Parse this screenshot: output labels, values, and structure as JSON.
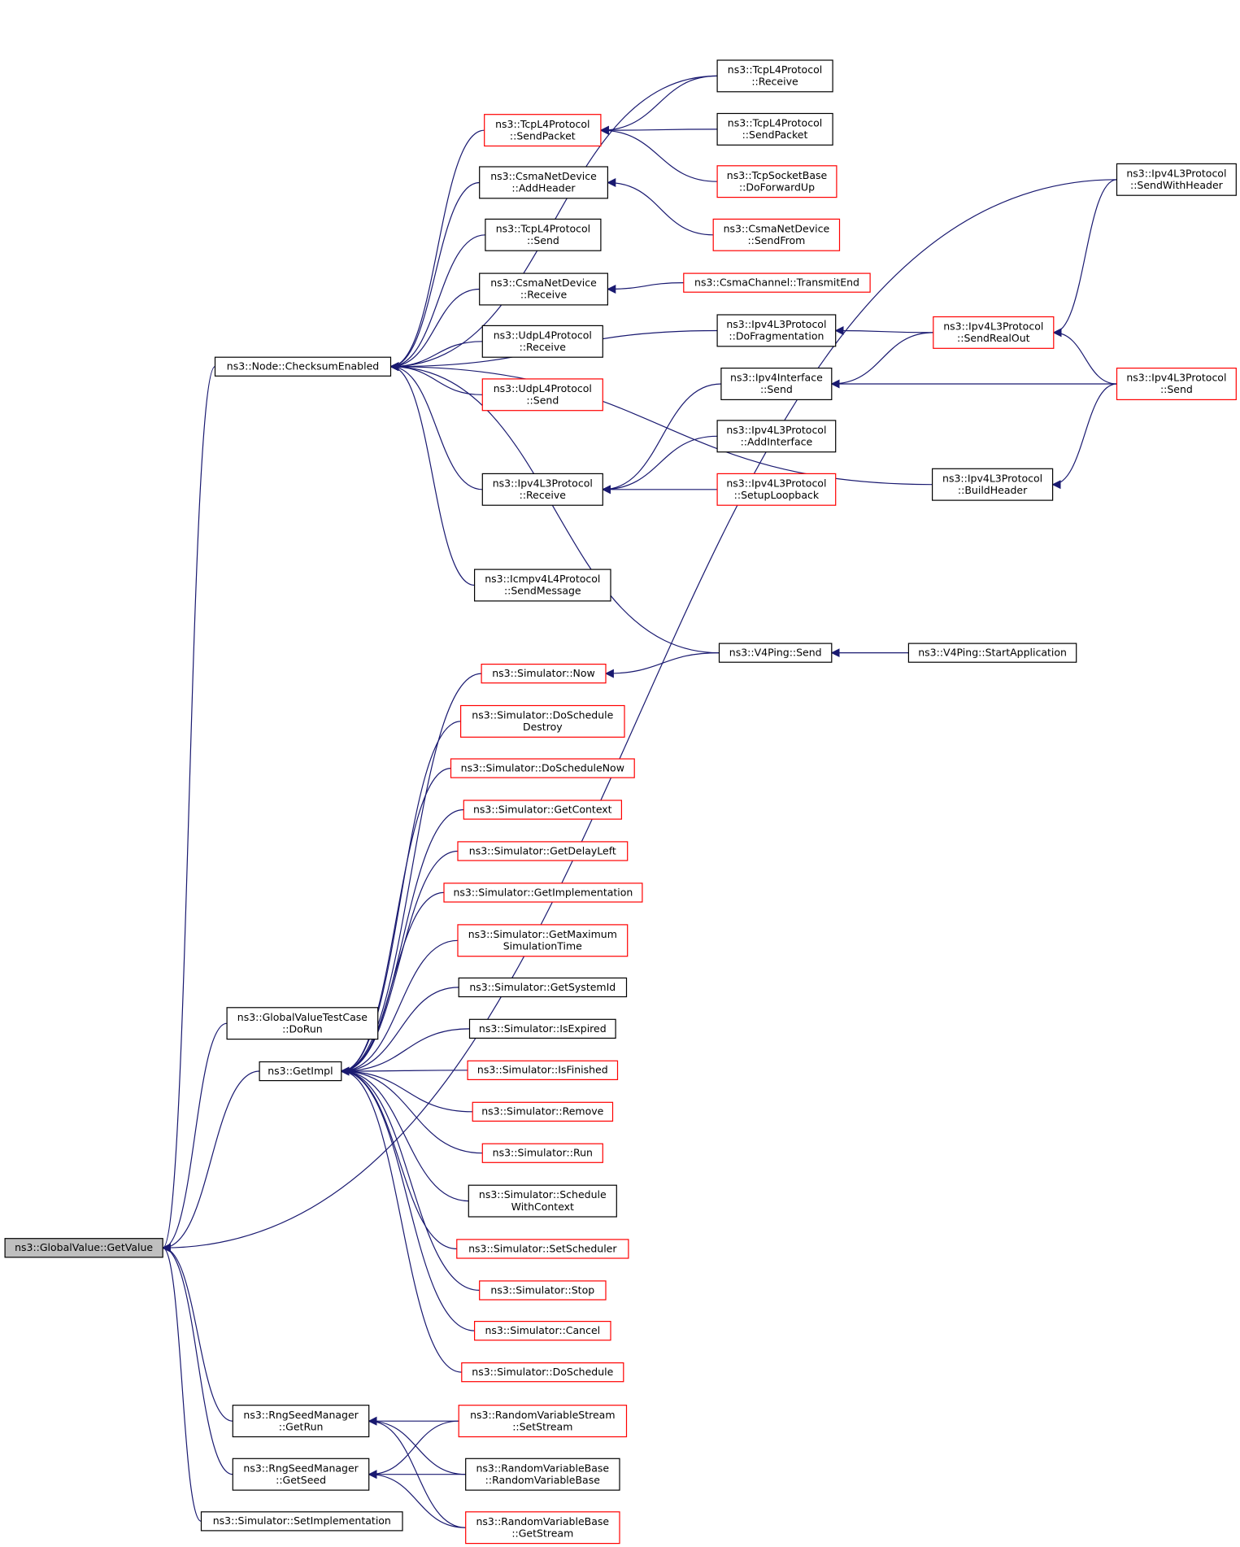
{
  "graph": {
    "nodes": [
      {
        "id": "gv_getvalue",
        "lines": [
          "ns3::GlobalValue::GetValue"
        ],
        "border": "black",
        "fill": "#bfbfbf"
      },
      {
        "id": "node_checksum",
        "lines": [
          "ns3::Node::ChecksumEnabled"
        ],
        "border": "black"
      },
      {
        "id": "gvtest_dorun",
        "lines": [
          "ns3::GlobalValueTestCase",
          "::DoRun"
        ],
        "border": "black"
      },
      {
        "id": "getimpl",
        "lines": [
          "ns3::GetImpl"
        ],
        "border": "black"
      },
      {
        "id": "rng_getrun",
        "lines": [
          "ns3::RngSeedManager",
          "::GetRun"
        ],
        "border": "black"
      },
      {
        "id": "rng_getseed",
        "lines": [
          "ns3::RngSeedManager",
          "::GetSeed"
        ],
        "border": "black"
      },
      {
        "id": "sim_setimpl",
        "lines": [
          "ns3::Simulator::SetImplementation"
        ],
        "border": "black"
      },
      {
        "id": "tcp_sendpacket",
        "lines": [
          "ns3::TcpL4Protocol",
          "::SendPacket"
        ],
        "border": "red"
      },
      {
        "id": "csma_addheader",
        "lines": [
          "ns3::CsmaNetDevice",
          "::AddHeader"
        ],
        "border": "black"
      },
      {
        "id": "tcp_send",
        "lines": [
          "ns3::TcpL4Protocol",
          "::Send"
        ],
        "border": "black"
      },
      {
        "id": "csma_receive",
        "lines": [
          "ns3::CsmaNetDevice",
          "::Receive"
        ],
        "border": "black"
      },
      {
        "id": "udp_receive",
        "lines": [
          "ns3::UdpL4Protocol",
          "::Receive"
        ],
        "border": "black"
      },
      {
        "id": "udp_send",
        "lines": [
          "ns3::UdpL4Protocol",
          "::Send"
        ],
        "border": "red"
      },
      {
        "id": "ipv4l3_receive",
        "lines": [
          "ns3::Ipv4L3Protocol",
          "::Receive"
        ],
        "border": "black"
      },
      {
        "id": "icmp_sendmsg",
        "lines": [
          "ns3::Icmpv4L4Protocol",
          "::SendMessage"
        ],
        "border": "black"
      },
      {
        "id": "tcp_receive_r",
        "lines": [
          "ns3::TcpL4Protocol",
          "::Receive"
        ],
        "border": "black"
      },
      {
        "id": "tcp_sendpacket_r",
        "lines": [
          "ns3::TcpL4Protocol",
          "::SendPacket"
        ],
        "border": "black"
      },
      {
        "id": "tcpsock_fwdup",
        "lines": [
          "ns3::TcpSocketBase",
          "::DoForwardUp"
        ],
        "border": "red"
      },
      {
        "id": "csma_sendfrom",
        "lines": [
          "ns3::CsmaNetDevice",
          "::SendFrom"
        ],
        "border": "red"
      },
      {
        "id": "csmach_txend",
        "lines": [
          "ns3::CsmaChannel::TransmitEnd"
        ],
        "border": "red"
      },
      {
        "id": "ipv4l3_dofrag",
        "lines": [
          "ns3::Ipv4L3Protocol",
          "::DoFragmentation"
        ],
        "border": "black"
      },
      {
        "id": "ipv4if_send",
        "lines": [
          "ns3::Ipv4Interface",
          "::Send"
        ],
        "border": "black"
      },
      {
        "id": "ipv4l3_addif",
        "lines": [
          "ns3::Ipv4L3Protocol",
          "::AddInterface"
        ],
        "border": "black"
      },
      {
        "id": "ipv4l3_setuplb",
        "lines": [
          "ns3::Ipv4L3Protocol",
          "::SetupLoopback"
        ],
        "border": "red"
      },
      {
        "id": "ipv4l3_buildhdr",
        "lines": [
          "ns3::Ipv4L3Protocol",
          "::BuildHeader"
        ],
        "border": "black"
      },
      {
        "id": "ipv4l3_sendrealout",
        "lines": [
          "ns3::Ipv4L3Protocol",
          "::SendRealOut"
        ],
        "border": "red"
      },
      {
        "id": "ipv4l3_sendwithhdr",
        "lines": [
          "ns3::Ipv4L3Protocol",
          "::SendWithHeader"
        ],
        "border": "black"
      },
      {
        "id": "ipv4l3_send",
        "lines": [
          "ns3::Ipv4L3Protocol",
          "::Send"
        ],
        "border": "red"
      },
      {
        "id": "v4ping_send",
        "lines": [
          "ns3::V4Ping::Send"
        ],
        "border": "black"
      },
      {
        "id": "v4ping_startapp",
        "lines": [
          "ns3::V4Ping::StartApplication"
        ],
        "border": "black"
      },
      {
        "id": "sim_now",
        "lines": [
          "ns3::Simulator::Now"
        ],
        "border": "red"
      },
      {
        "id": "sim_doschedestroy",
        "lines": [
          "ns3::Simulator::DoSchedule",
          "Destroy"
        ],
        "border": "red"
      },
      {
        "id": "sim_doschednow",
        "lines": [
          "ns3::Simulator::DoScheduleNow"
        ],
        "border": "red"
      },
      {
        "id": "sim_getcontext",
        "lines": [
          "ns3::Simulator::GetContext"
        ],
        "border": "red"
      },
      {
        "id": "sim_getdelayleft",
        "lines": [
          "ns3::Simulator::GetDelayLeft"
        ],
        "border": "red"
      },
      {
        "id": "sim_getimpl",
        "lines": [
          "ns3::Simulator::GetImplementation"
        ],
        "border": "red"
      },
      {
        "id": "sim_getmaxsim",
        "lines": [
          "ns3::Simulator::GetMaximum",
          "SimulationTime"
        ],
        "border": "red"
      },
      {
        "id": "sim_getsysid",
        "lines": [
          "ns3::Simulator::GetSystemId"
        ],
        "border": "black"
      },
      {
        "id": "sim_isexpired",
        "lines": [
          "ns3::Simulator::IsExpired"
        ],
        "border": "black"
      },
      {
        "id": "sim_isfinished",
        "lines": [
          "ns3::Simulator::IsFinished"
        ],
        "border": "red"
      },
      {
        "id": "sim_remove",
        "lines": [
          "ns3::Simulator::Remove"
        ],
        "border": "red"
      },
      {
        "id": "sim_run",
        "lines": [
          "ns3::Simulator::Run"
        ],
        "border": "red"
      },
      {
        "id": "sim_schedwctx",
        "lines": [
          "ns3::Simulator::Schedule",
          "WithContext"
        ],
        "border": "black"
      },
      {
        "id": "sim_setsched",
        "lines": [
          "ns3::Simulator::SetScheduler"
        ],
        "border": "red"
      },
      {
        "id": "sim_stop",
        "lines": [
          "ns3::Simulator::Stop"
        ],
        "border": "red"
      },
      {
        "id": "sim_cancel",
        "lines": [
          "ns3::Simulator::Cancel"
        ],
        "border": "red"
      },
      {
        "id": "sim_dosched",
        "lines": [
          "ns3::Simulator::DoSchedule"
        ],
        "border": "red"
      },
      {
        "id": "rvs_setstream",
        "lines": [
          "ns3::RandomVariableStream",
          "::SetStream"
        ],
        "border": "red"
      },
      {
        "id": "rvb_ctor",
        "lines": [
          "ns3::RandomVariableBase",
          "::RandomVariableBase"
        ],
        "border": "black"
      },
      {
        "id": "rvb_getstream",
        "lines": [
          "ns3::RandomVariableBase",
          "::GetStream"
        ],
        "border": "red"
      }
    ],
    "edges": [
      {
        "from": "gv_getvalue",
        "to": "node_checksum"
      },
      {
        "from": "gv_getvalue",
        "to": "gvtest_dorun"
      },
      {
        "from": "gv_getvalue",
        "to": "getimpl"
      },
      {
        "from": "gv_getvalue",
        "to": "rng_getrun"
      },
      {
        "from": "gv_getvalue",
        "to": "rng_getseed"
      },
      {
        "from": "gv_getvalue",
        "to": "sim_setimpl"
      },
      {
        "from": "gv_getvalue",
        "to": "ipv4l3_sendwithhdr"
      },
      {
        "from": "node_checksum",
        "to": "tcp_receive_r"
      },
      {
        "from": "node_checksum",
        "to": "tcp_sendpacket"
      },
      {
        "from": "node_checksum",
        "to": "csma_addheader"
      },
      {
        "from": "node_checksum",
        "to": "tcp_send"
      },
      {
        "from": "node_checksum",
        "to": "csma_receive"
      },
      {
        "from": "node_checksum",
        "to": "udp_receive"
      },
      {
        "from": "node_checksum",
        "to": "udp_send"
      },
      {
        "from": "node_checksum",
        "to": "ipv4l3_dofrag"
      },
      {
        "from": "node_checksum",
        "to": "ipv4l3_receive"
      },
      {
        "from": "node_checksum",
        "to": "ipv4l3_buildhdr"
      },
      {
        "from": "node_checksum",
        "to": "icmp_sendmsg"
      },
      {
        "from": "node_checksum",
        "to": "v4ping_send"
      },
      {
        "from": "tcp_sendpacket",
        "to": "tcp_receive_r"
      },
      {
        "from": "tcp_sendpacket",
        "to": "tcp_sendpacket_r"
      },
      {
        "from": "tcp_sendpacket",
        "to": "tcpsock_fwdup"
      },
      {
        "from": "csma_addheader",
        "to": "csma_sendfrom"
      },
      {
        "from": "csma_receive",
        "to": "csmach_txend"
      },
      {
        "from": "ipv4l3_receive",
        "to": "ipv4if_send"
      },
      {
        "from": "ipv4l3_receive",
        "to": "ipv4l3_addif"
      },
      {
        "from": "ipv4l3_receive",
        "to": "ipv4l3_setuplb"
      },
      {
        "from": "ipv4l3_dofrag",
        "to": "ipv4l3_sendrealout"
      },
      {
        "from": "ipv4if_send",
        "to": "ipv4l3_sendrealout"
      },
      {
        "from": "ipv4if_send",
        "to": "ipv4l3_send"
      },
      {
        "from": "ipv4l3_sendrealout",
        "to": "ipv4l3_sendwithhdr"
      },
      {
        "from": "ipv4l3_sendrealout",
        "to": "ipv4l3_send"
      },
      {
        "from": "ipv4l3_buildhdr",
        "to": "ipv4l3_send"
      },
      {
        "from": "v4ping_send",
        "to": "v4ping_startapp"
      },
      {
        "from": "sim_now",
        "to": "v4ping_send"
      },
      {
        "from": "getimpl",
        "to": "sim_now"
      },
      {
        "from": "getimpl",
        "to": "sim_doschedestroy"
      },
      {
        "from": "getimpl",
        "to": "sim_doschednow"
      },
      {
        "from": "getimpl",
        "to": "sim_getcontext"
      },
      {
        "from": "getimpl",
        "to": "sim_getdelayleft"
      },
      {
        "from": "getimpl",
        "to": "sim_getimpl"
      },
      {
        "from": "getimpl",
        "to": "sim_getmaxsim"
      },
      {
        "from": "getimpl",
        "to": "sim_getsysid"
      },
      {
        "from": "getimpl",
        "to": "sim_isexpired"
      },
      {
        "from": "getimpl",
        "to": "sim_isfinished"
      },
      {
        "from": "getimpl",
        "to": "sim_remove"
      },
      {
        "from": "getimpl",
        "to": "sim_run"
      },
      {
        "from": "getimpl",
        "to": "sim_schedwctx"
      },
      {
        "from": "getimpl",
        "to": "sim_setsched"
      },
      {
        "from": "getimpl",
        "to": "sim_stop"
      },
      {
        "from": "getimpl",
        "to": "sim_cancel"
      },
      {
        "from": "getimpl",
        "to": "sim_dosched"
      },
      {
        "from": "rng_getrun",
        "to": "rvs_setstream"
      },
      {
        "from": "rng_getrun",
        "to": "rvb_ctor"
      },
      {
        "from": "rng_getrun",
        "to": "rvb_getstream"
      },
      {
        "from": "rng_getseed",
        "to": "rvs_setstream"
      },
      {
        "from": "rng_getseed",
        "to": "rvb_ctor"
      },
      {
        "from": "rng_getseed",
        "to": "rvb_getstream"
      }
    ],
    "colors": {
      "edge": "#191970",
      "border_black": "#000000",
      "border_red": "#ff0000",
      "node_fill": "#ffffff",
      "text": "#000000"
    }
  }
}
